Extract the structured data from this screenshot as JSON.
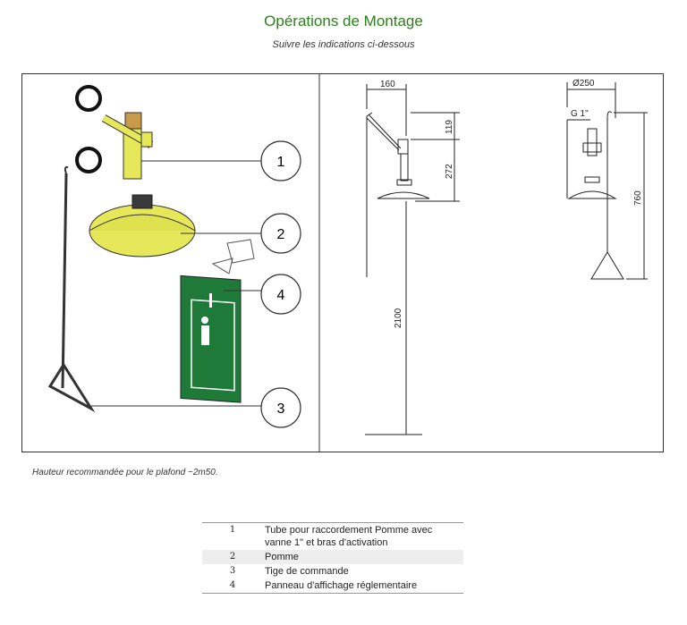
{
  "page": {
    "title": "Opérations de Montage",
    "subtitle": "Suivre les indications ci-dessous",
    "note": "Hauteur recommandée pour le plafond ~2m50."
  },
  "callouts": [
    "1",
    "2",
    "4",
    "3"
  ],
  "dimensions": {
    "arm_width": "160",
    "arm_height": "119",
    "valve_height": "272",
    "total_height": "2100",
    "diameter": "Ø250",
    "thread": "G 1\"",
    "hook_height": "760"
  },
  "legend": [
    {
      "num": "1",
      "text": "Tube pour raccordement Pomme avec vanne 1\" et bras d'activation"
    },
    {
      "num": "2",
      "text": "Pomme"
    },
    {
      "num": "3",
      "text": "Tige de commande"
    },
    {
      "num": "4",
      "text": "Panneau d'affichage réglementaire"
    }
  ],
  "colors": {
    "title_green": "#2e7d1e",
    "shower_yellow": "#e6e85a",
    "sign_green": "#1f7a3a"
  }
}
